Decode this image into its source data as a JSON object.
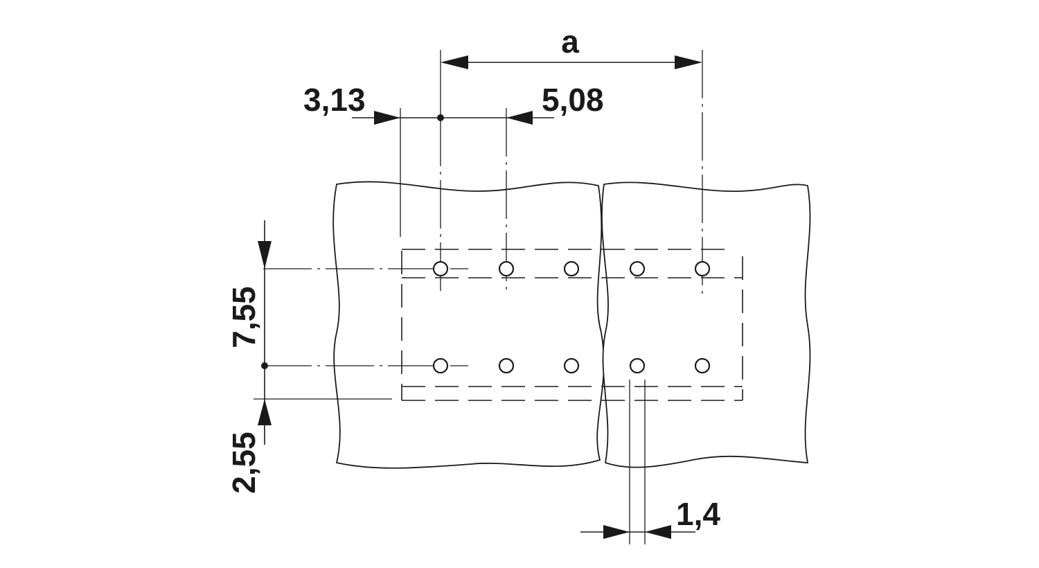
{
  "dimensions": {
    "a": "a",
    "edge_offset": "3,13",
    "pitch": "5,08",
    "row_spacing": "7,55",
    "edge_to_row": "2,55",
    "hole_diameter": "1,4"
  }
}
